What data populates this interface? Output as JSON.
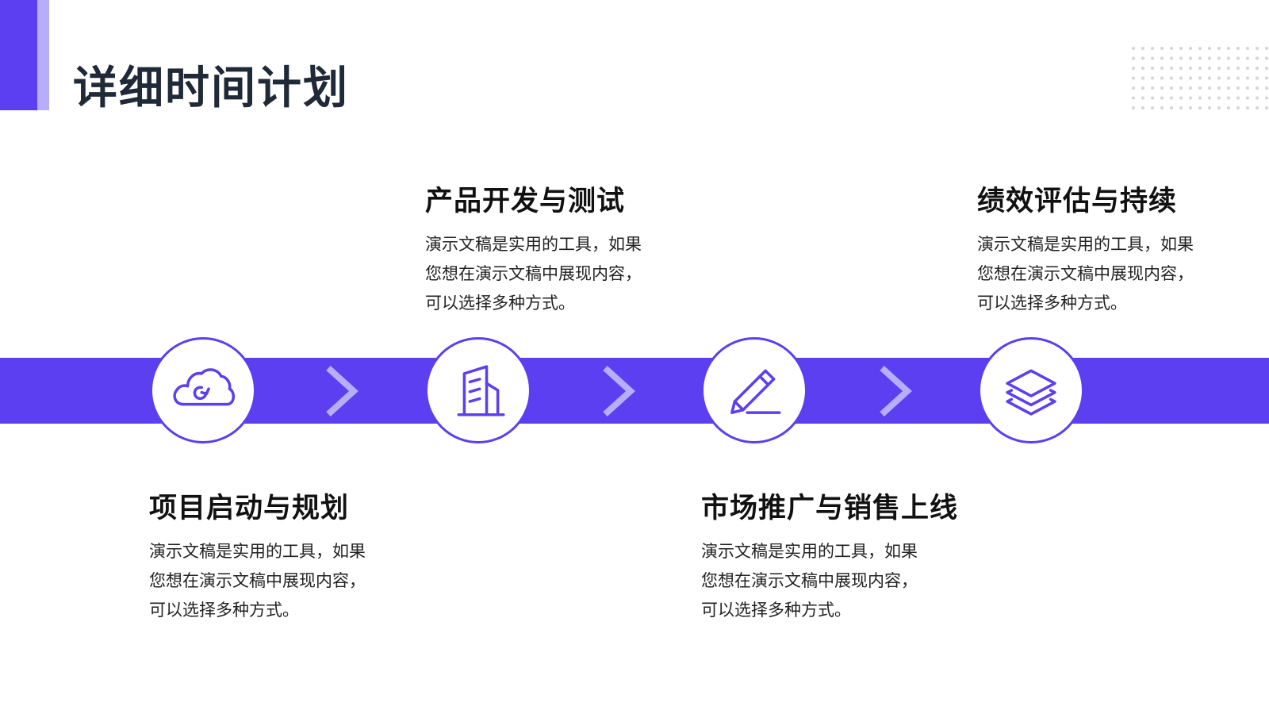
{
  "title": "详细时间计划",
  "colors": {
    "accent": "#5b3ff0",
    "accent_light": "#b7aefa",
    "chevron": "#b7aefa",
    "title_text": "#1f2937"
  },
  "steps": [
    {
      "title": "项目启动与规划",
      "description": "演示文稿是实用的工具，如果您想在演示文稿中展现内容，可以选择多种方式。",
      "icon": "cloud-refresh-icon"
    },
    {
      "title": "产品开发与测试",
      "description": "演示文稿是实用的工具，如果您想在演示文稿中展现内容，可以选择多种方式。",
      "icon": "building-icon"
    },
    {
      "title": "市场推广与销售上线",
      "description": "演示文稿是实用的工具，如果您想在演示文稿中展现内容，可以选择多种方式。",
      "icon": "pencil-icon"
    },
    {
      "title": "绩效评估与持续",
      "description": "演示文稿是实用的工具，如果您想在演示文稿中展现内容，可以选择多种方式。",
      "icon": "layers-icon"
    }
  ]
}
